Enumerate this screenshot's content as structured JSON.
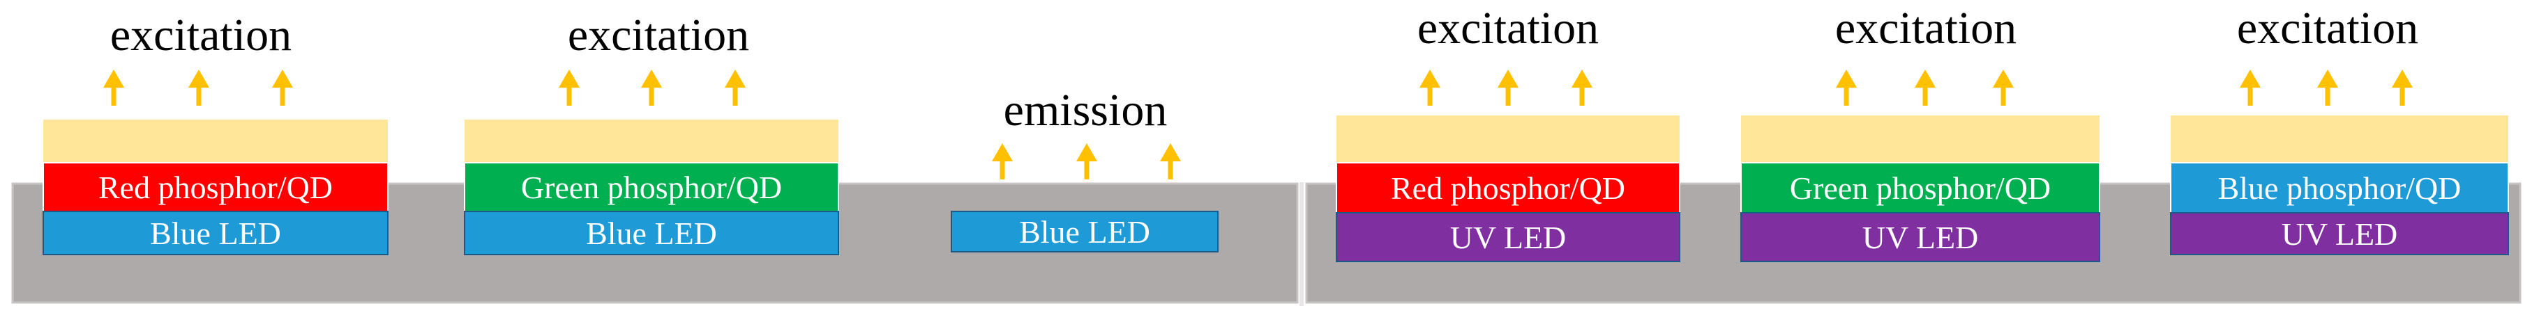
{
  "colors": {
    "substrate": "#afaaaa",
    "substrate_edge": "#c8c4c4",
    "divider": "#e8e6e6",
    "top_layer": "#ffe699",
    "red_phosphor": "#ff0000",
    "green_phosphor": "#00b050",
    "blue_phosphor": "#1e9ad6",
    "blue_led": "#1e9ad6",
    "uv_led": "#7f2f9f",
    "arrow": "#ffc000",
    "label_text": "#ffffff",
    "caption_text": "#000000"
  },
  "panels": [
    {
      "devices": [
        {
          "caption": "excitation",
          "phosphor_label": "Red phosphor/QD",
          "phosphor_color": "red_phosphor",
          "led_label": "Blue LED",
          "led_color": "blue_led",
          "has_top_layer": true
        },
        {
          "caption": "excitation",
          "phosphor_label": "Green phosphor/QD",
          "phosphor_color": "green_phosphor",
          "led_label": "Blue LED",
          "led_color": "blue_led",
          "has_top_layer": true
        },
        {
          "caption": "emission",
          "phosphor_label": "",
          "phosphor_color": "",
          "led_label": "Blue LED",
          "led_color": "blue_led",
          "has_top_layer": false
        }
      ]
    },
    {
      "devices": [
        {
          "caption": "excitation",
          "phosphor_label": "Red phosphor/QD",
          "phosphor_color": "red_phosphor",
          "led_label": "UV LED",
          "led_color": "uv_led",
          "has_top_layer": true
        },
        {
          "caption": "excitation",
          "phosphor_label": "Green phosphor/QD",
          "phosphor_color": "green_phosphor",
          "led_label": "UV LED",
          "led_color": "uv_led",
          "has_top_layer": true
        },
        {
          "caption": "excitation",
          "phosphor_label": "Blue phosphor/QD",
          "phosphor_color": "blue_phosphor",
          "led_label": "UV LED",
          "led_color": "uv_led",
          "has_top_layer": true
        }
      ]
    }
  ]
}
